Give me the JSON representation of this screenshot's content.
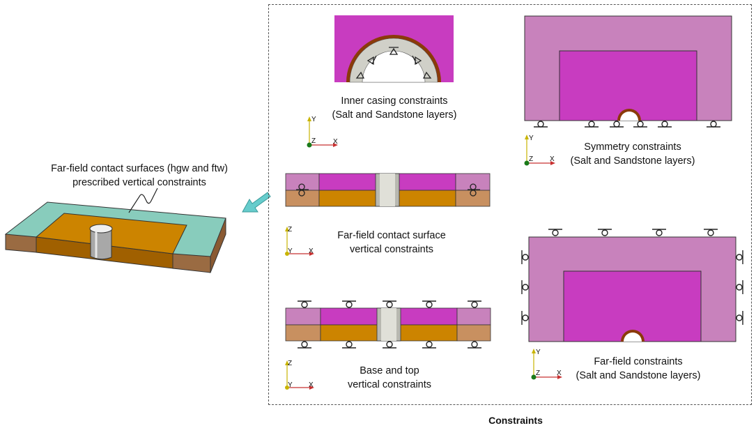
{
  "left_panel": {
    "label_line1": "Far-field contact surfaces (hgw and ftw)",
    "label_line2": "prescribed vertical constraints"
  },
  "panels": {
    "inner_casing": {
      "line1": "Inner casing constraints",
      "line2": "(Salt and Sandstone layers)"
    },
    "symmetry": {
      "line1": "Symmetry constraints",
      "line2": "(Salt and Sandstone layers)"
    },
    "far_field_contact": {
      "line1": "Far-field contact surface",
      "line2": "vertical constraints"
    },
    "far_field": {
      "line1": "Far-field constraints",
      "line2": "(Salt and Sandstone layers)"
    },
    "base_top": {
      "line1": "Base and top",
      "line2": "vertical constraints"
    }
  },
  "axes": {
    "a1": {
      "up": "Y",
      "origin": "Z",
      "right": "X"
    },
    "a2": {
      "up": "Y",
      "origin": "Z",
      "right": "X"
    },
    "a3": {
      "up": "Z",
      "origin": "Y",
      "right": "X"
    },
    "a4": {
      "up": "Z",
      "origin": "Y",
      "right": "X"
    },
    "a5": {
      "up": "Y",
      "origin": "Z",
      "right": "X"
    }
  },
  "caption": "Constraints",
  "colors": {
    "salt": "#c83cc0",
    "salt_light": "#c882bc",
    "sandstone": "#cc8400",
    "sandstone_light": "#c89060",
    "contact_surface": "#88ccbc",
    "casing": "#d0d0c8",
    "casing_rim": "#8b3a0a",
    "arrow": "#66cccc"
  }
}
